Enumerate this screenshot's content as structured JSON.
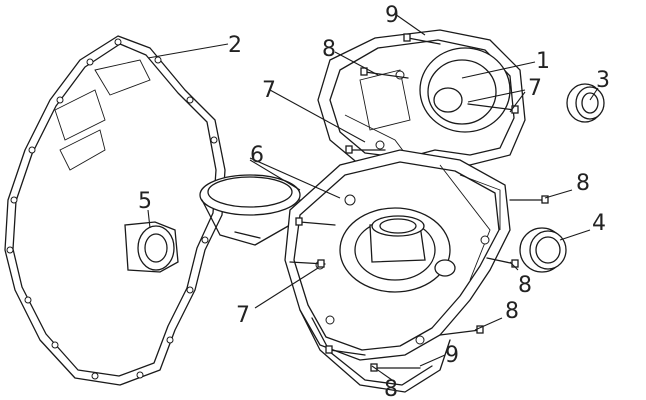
{
  "callouts": [
    {
      "id": "label-9-top",
      "text": "9"
    },
    {
      "id": "label-2",
      "text": "2"
    },
    {
      "id": "label-8-top",
      "text": "8"
    },
    {
      "id": "label-1",
      "text": "1"
    },
    {
      "id": "label-7-top",
      "text": "7"
    },
    {
      "id": "label-7-right",
      "text": "7"
    },
    {
      "id": "label-3",
      "text": "3"
    },
    {
      "id": "label-6",
      "text": "6"
    },
    {
      "id": "label-8-right",
      "text": "8"
    },
    {
      "id": "label-5",
      "text": "5"
    },
    {
      "id": "label-4",
      "text": "4"
    },
    {
      "id": "label-8-mid",
      "text": "8"
    },
    {
      "id": "label-7-bottom",
      "text": "7"
    },
    {
      "id": "label-8-lower",
      "text": "8"
    },
    {
      "id": "label-9-bottom",
      "text": "9"
    },
    {
      "id": "label-8-bottom",
      "text": "8"
    }
  ]
}
